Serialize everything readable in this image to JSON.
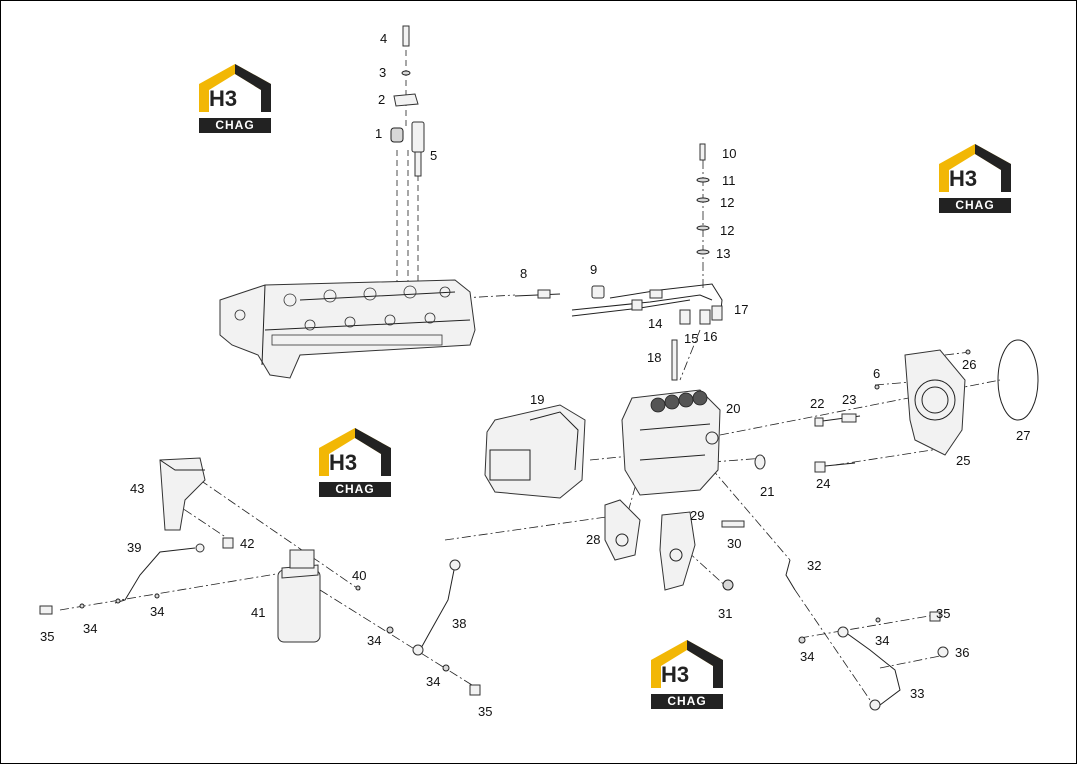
{
  "logo": {
    "mark": "H3",
    "band": "CHAG",
    "colors": {
      "accent": "#F2B705",
      "dark": "#222222"
    }
  },
  "labels": {
    "l1": "1",
    "l2": "2",
    "l3": "3",
    "l4": "4",
    "l5": "5",
    "l6": "6",
    "l8": "8",
    "l9": "9",
    "l10": "10",
    "l11": "11",
    "l12a": "12",
    "l12b": "12",
    "l13": "13",
    "l14": "14",
    "l15": "15",
    "l16": "16",
    "l17": "17",
    "l18": "18",
    "l19": "19",
    "l20": "20",
    "l21": "21",
    "l22": "22",
    "l23": "23",
    "l24": "24",
    "l25": "25",
    "l26": "26",
    "l27": "27",
    "l28": "28",
    "l29": "29",
    "l30": "30",
    "l31": "31",
    "l32": "32",
    "l33": "33",
    "l34a": "34",
    "l34b": "34",
    "l34c": "34",
    "l34d": "34",
    "l34e": "34",
    "l34f": "34",
    "l35a": "35",
    "l35b": "35",
    "l35c": "35",
    "l36": "36",
    "l38": "38",
    "l39": "39",
    "l40": "40",
    "l41": "41",
    "l42": "42",
    "l43": "43"
  }
}
